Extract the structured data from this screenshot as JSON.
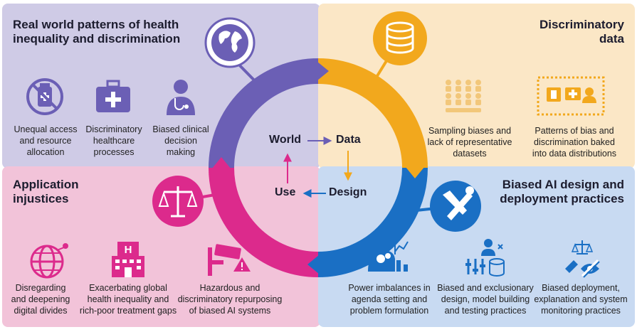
{
  "colors": {
    "world": "#6b5fb5",
    "data": "#f2a81d",
    "design": "#1a6fc4",
    "use": "#dc2a8c"
  },
  "quadrants": {
    "top_left": {
      "title_line1": "Real world patterns of health",
      "title_line2": "inequality and discrimination"
    },
    "top_right": {
      "title_line1": "Discriminatory",
      "title_line2": "data"
    },
    "bottom_left": {
      "title_line1": "Application",
      "title_line2": "injustices"
    },
    "bottom_right": {
      "title_line1": "Biased AI design and",
      "title_line2": "deployment practices"
    }
  },
  "cycle": {
    "world": "World",
    "data": "Data",
    "design": "Design",
    "use": "Use"
  },
  "items": {
    "tl": [
      {
        "icon": "no-medicine-icon",
        "l1": "Unequal access",
        "l2": "and resource",
        "l3": "allocation"
      },
      {
        "icon": "medical-kit-icon",
        "l1": "Discriminatory",
        "l2": "healthcare",
        "l3": "processes"
      },
      {
        "icon": "doctor-icon",
        "l1": "Biased clinical",
        "l2": "decision",
        "l3": "making"
      }
    ],
    "tr": [
      {
        "icon": "crowd-icon",
        "l1": "Sampling biases and",
        "l2": "lack of representative",
        "l3": "datasets"
      },
      {
        "icon": "data-distribution-icon",
        "l1": "Patterns of bias and",
        "l2": "discrimination baked",
        "l3": "into data distributions"
      }
    ],
    "bl": [
      {
        "icon": "digital-globe-icon",
        "l1": "Disregarding",
        "l2": "and deepening",
        "l3": "digital divides"
      },
      {
        "icon": "hospital-icon",
        "l1": "Exacerbating global",
        "l2": "health inequality and",
        "l3": "rich-poor treatment gaps"
      },
      {
        "icon": "surveillance-camera-icon",
        "l1": "Hazardous and",
        "l2": "discriminatory repurposing",
        "l3": "of biased AI systems"
      }
    ],
    "br": [
      {
        "icon": "power-imbalance-icon",
        "l1": "Power imbalances in",
        "l2": "agenda setting and",
        "l3": "problem formulation"
      },
      {
        "icon": "design-tools-icon",
        "l1": "Biased and exclusionary",
        "l2": "design, model building",
        "l3": "and testing practices"
      },
      {
        "icon": "monitoring-icon",
        "l1": "Biased deployment,",
        "l2": "explanation and system",
        "l3": "monitoring practices"
      }
    ]
  }
}
